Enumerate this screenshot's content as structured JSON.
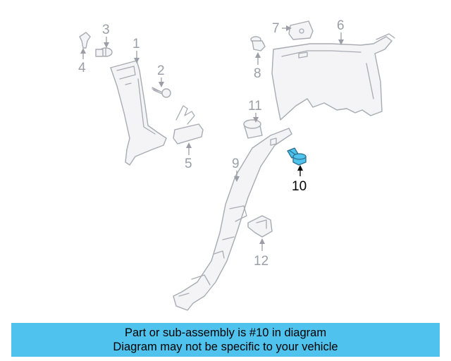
{
  "colors": {
    "highlight": "#4fc2ee",
    "part_outline": "#a9abb3",
    "callout_gray": "#9b9ea6",
    "banner_bg": "#4fc2ee"
  },
  "callouts": [
    {
      "key": "1",
      "label": "1"
    },
    {
      "key": "2",
      "label": "2"
    },
    {
      "key": "3",
      "label": "3"
    },
    {
      "key": "4",
      "label": "4"
    },
    {
      "key": "5",
      "label": "5"
    },
    {
      "key": "6",
      "label": "6"
    },
    {
      "key": "7",
      "label": "7"
    },
    {
      "key": "8",
      "label": "8"
    },
    {
      "key": "9",
      "label": "9"
    },
    {
      "key": "10",
      "label": "10",
      "highlighted": true
    },
    {
      "key": "11",
      "label": "11"
    },
    {
      "key": "12",
      "label": "12"
    }
  ],
  "banner": {
    "line1": "Part or sub-assembly is #10 in diagram",
    "line2": "Diagram may not be specific to your vehicle"
  }
}
